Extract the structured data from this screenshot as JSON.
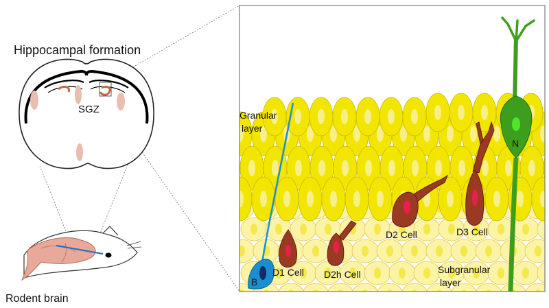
{
  "labels": {
    "hippocampal_formation": "Hippocampal formation",
    "sgz": "SGZ",
    "rodent_brain": "Rodent brain",
    "granular_line1": "Granular",
    "granular_line2": "layer",
    "subgranular_line1": "Subgranular",
    "subgranular_line2": "layer",
    "b": "B",
    "d1": "D1 Cell",
    "d2h": "D2h Cell",
    "d2": "D2 Cell",
    "d3": "D3 Cell",
    "n": "N"
  },
  "colors": {
    "granular_cell": "#f2e600",
    "granular_cell_inner": "#f7f08a",
    "subgranular_cell": "#fbf3a6",
    "subgranular_inner": "#f5e84a",
    "type_b_cell": "#1a8fd0",
    "type_d_cell": "#9b3a22",
    "type_d_nucleus": "#e8204a",
    "neuron": "#3d9e1d",
    "brain_pink": "#e9a99a"
  },
  "icons": [
    "brain-section-icon",
    "mouse-icon",
    "magnified-dentate-gyrus-icon"
  ]
}
